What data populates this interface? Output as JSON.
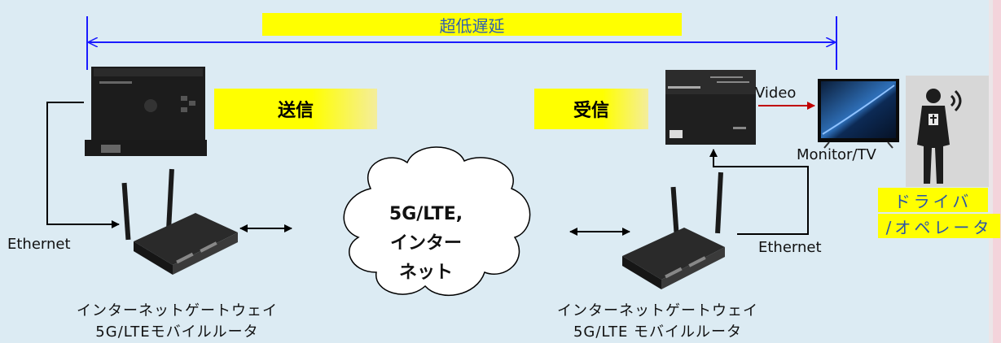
{
  "banner": {
    "label": "超低遅延"
  },
  "sender": {
    "label": "送信"
  },
  "receiver": {
    "label": "受信"
  },
  "links": {
    "video_label": "Video",
    "ethernet_left": "Ethernet",
    "ethernet_right": "Ethernet"
  },
  "monitor": {
    "label": "Monitor/TV"
  },
  "cloud": {
    "line1": "5G/LTE,",
    "line2": "インター",
    "line3": "ネット"
  },
  "gateway_left": {
    "line1": "インターネットゲートウェイ",
    "line2": "5G/LTEモバイルルータ"
  },
  "gateway_right": {
    "line1": "インターネットゲートウェイ",
    "line2": "5G/LTE モバイルルータ"
  },
  "operator": {
    "line1": "ドライバ",
    "line2": "/オペレータ"
  },
  "colors": {
    "background": "#dcebf3",
    "highlight": "#ffff00",
    "banner_text": "#2e5fb2",
    "span_arrow": "#1a1aff",
    "video_arrow": "#c00000"
  }
}
